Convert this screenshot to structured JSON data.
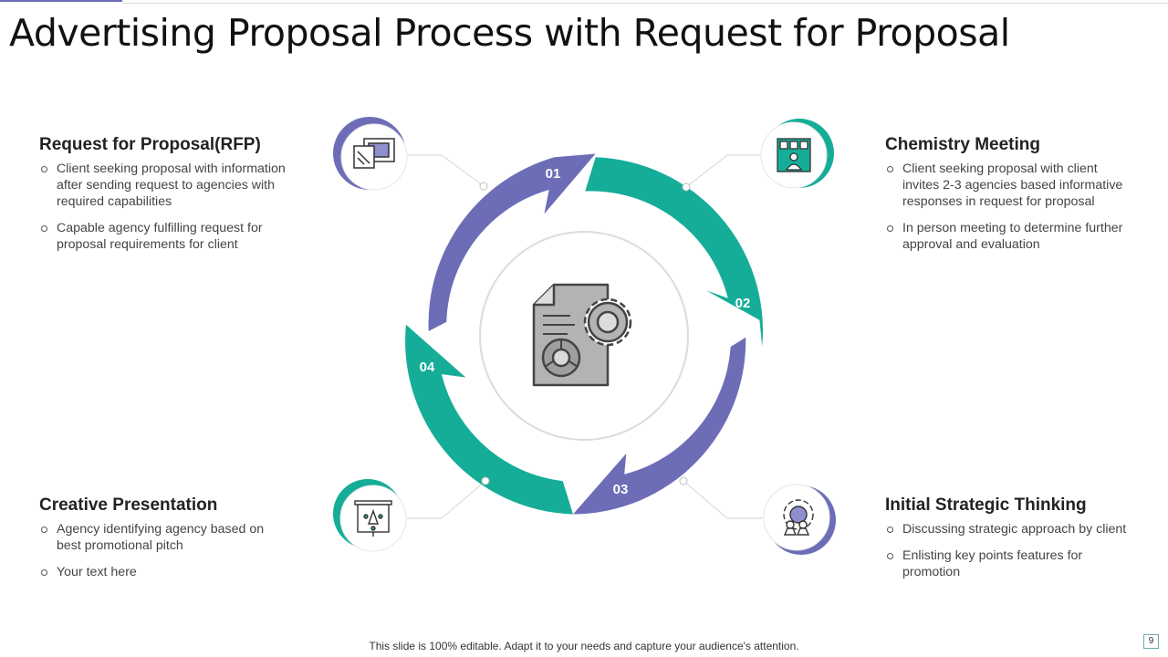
{
  "title": "Advertising Proposal Process with Request for Proposal",
  "colors": {
    "purple": "#6d6db7",
    "teal": "#15ad98",
    "gray_icon": "#b3b3b3"
  },
  "steps": [
    {
      "number": "01",
      "heading": "Request for Proposal(RFP)",
      "icon": "presentation-board-icon",
      "bullets": [
        "Client seeking proposal with information after sending request to agencies with required capabilities",
        "Capable agency fulfilling request for proposal requirements for client"
      ]
    },
    {
      "number": "02",
      "heading": "Chemistry Meeting",
      "icon": "meeting-people-icon",
      "bullets": [
        "Client seeking proposal with client invites 2-3 agencies based informative responses in request for proposal",
        "In person meeting to determine further approval and evaluation"
      ]
    },
    {
      "number": "03",
      "heading": "Initial Strategic Thinking",
      "icon": "strategy-gear-chess-icon",
      "bullets": [
        "Discussing strategic approach by client",
        "Enlisting key points features for promotion"
      ]
    },
    {
      "number": "04",
      "heading": "Creative Presentation",
      "icon": "creative-easel-icon",
      "bullets": [
        "Agency identifying agency based on best promotional pitch",
        "Your text here"
      ]
    }
  ],
  "center_icon": "document-gear-icon",
  "footer": "This slide is 100% editable. Adapt it to your needs and capture your audience's attention.",
  "page_number": "9"
}
